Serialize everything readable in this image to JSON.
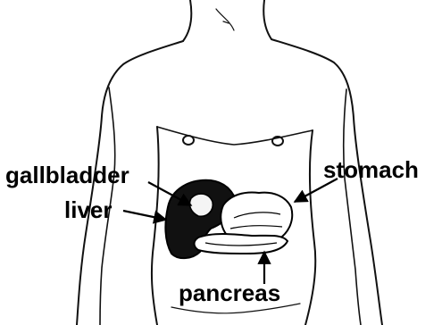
{
  "labels": {
    "gallbladder": "gallbladder",
    "liver": "liver",
    "stomach": "stomach",
    "pancreas": "pancreas"
  }
}
